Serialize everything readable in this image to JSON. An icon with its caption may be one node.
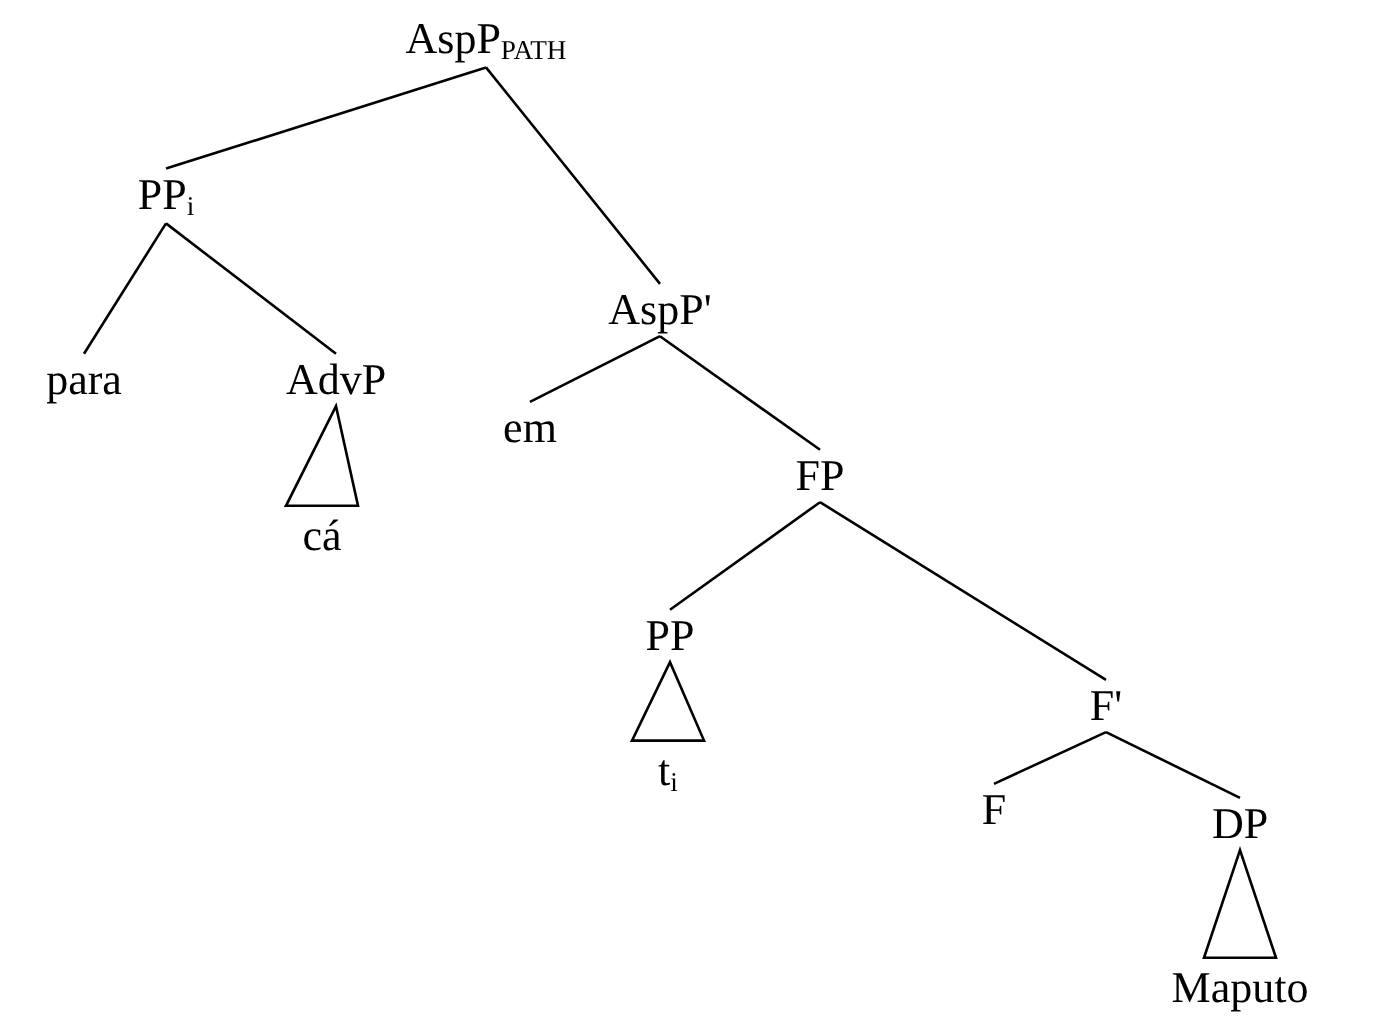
{
  "diagram": {
    "nodes": [
      {
        "text": [
          "AspP$_{PATH}$"
        ]
      },
      {
        "text": [
          "PP$_{i}$"
        ]
      },
      {
        "text": [
          "AspP'"
        ]
      },
      {
        "text": [
          "para"
        ]
      },
      {
        "text": [
          "AdvP"
        ]
      },
      {
        "text": [
          "cá"
        ]
      },
      {
        "text": [
          "em"
        ]
      },
      {
        "text": [
          "FP"
        ]
      },
      {
        "text": [
          "PP"
        ]
      },
      {
        "text": [
          "t$_{i}$"
        ]
      },
      {
        "text": [
          "F'"
        ]
      },
      {
        "text": [
          "F"
        ]
      },
      {
        "text": [
          "DP"
        ]
      },
      {
        "text": [
          "Maputo"
        ]
      }
    ],
    "edges": [
      {
        "from": 0,
        "to": 1,
        "arrow": "none"
      },
      {
        "from": 0,
        "to": 2,
        "arrow": "none"
      },
      {
        "from": 1,
        "to": 3,
        "arrow": "none"
      },
      {
        "from": 1,
        "to": 4,
        "arrow": "none"
      },
      {
        "from": 4,
        "to": 5,
        "arrow": "none"
      },
      {
        "from": 2,
        "to": 6,
        "arrow": "none"
      },
      {
        "from": 2,
        "to": 7,
        "arrow": "none"
      },
      {
        "from": 7,
        "to": 8,
        "arrow": "none"
      },
      {
        "from": 7,
        "to": 10,
        "arrow": "none"
      },
      {
        "from": 8,
        "to": 9,
        "arrow": "none"
      },
      {
        "from": 10,
        "to": 11,
        "arrow": "none"
      },
      {
        "from": 10,
        "to": 12,
        "arrow": "none"
      },
      {
        "from": 12,
        "to": 13,
        "arrow": "none"
      }
    ]
  }
}
